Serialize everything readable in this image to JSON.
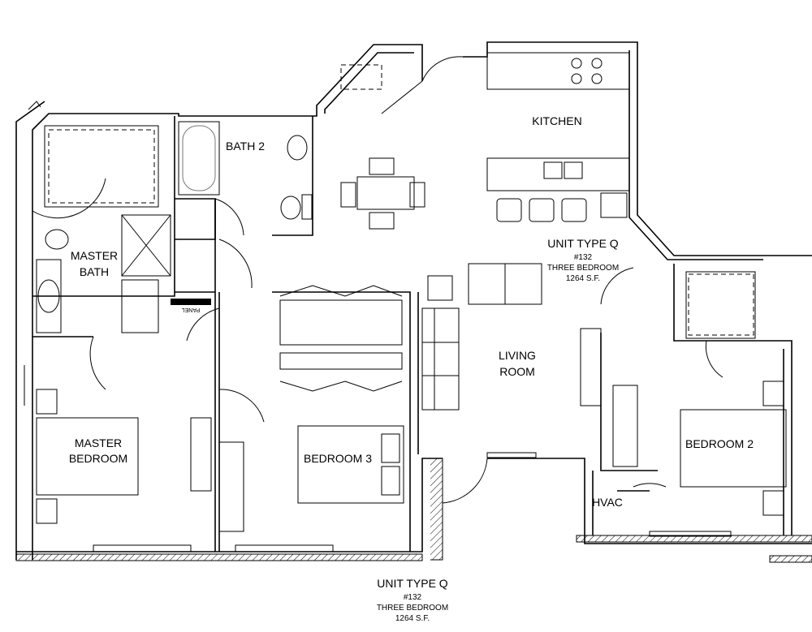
{
  "rooms": {
    "kitchen": "KITCHEN",
    "bath2": "BATH 2",
    "master_bath_1": "MASTER",
    "master_bath_2": "BATH",
    "living_1": "LIVING",
    "living_2": "ROOM",
    "master_bed_1": "MASTER",
    "master_bed_2": "BEDROOM",
    "bedroom3": "BEDROOM 3",
    "bedroom2": "BEDROOM 2",
    "hvac": "HVAC",
    "panel": "PANEL"
  },
  "unit_label_center": {
    "type": "UNIT TYPE Q",
    "number": "#132",
    "bedrooms": "THREE BEDROOM",
    "area": "1264 S.F."
  },
  "unit_label_bottom": {
    "type": "UNIT TYPE Q",
    "number": "#132",
    "bedrooms": "THREE BEDROOM",
    "area": "1264 S.F."
  }
}
